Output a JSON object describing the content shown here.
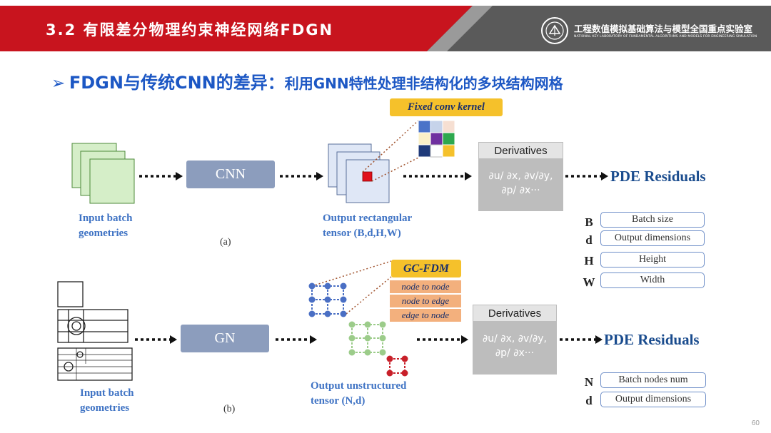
{
  "header": {
    "title": "3.2 有限差分物理约束神经网络FDGN",
    "lab_name": "工程数值模拟基础算法与模型全国重点实验室",
    "lab_subtitle": "NATIONAL KEY LABORATORY OF FUNDAMENTAL ALGORITHMS AND MODELS FOR ENGINEERING SIMULATION"
  },
  "heading": {
    "bullet": "➢",
    "main": "FDGN与传统CNN的差异：",
    "sub": "利用GNN特性处理非结构化的多块结构网格"
  },
  "diagram_a": {
    "fixed_kernel_label": "Fixed conv kernel",
    "input_caption": [
      "Input batch",
      "geometries"
    ],
    "network_label": "CNN",
    "output_caption": [
      "Output rectangular",
      "tensor (B,d,H,W)"
    ],
    "derivatives_title": "Derivatives",
    "derivatives_body": [
      "∂u/ ∂x, ∂v/∂y,",
      "∂p/ ∂x···"
    ],
    "pde_label": "PDE Residuals",
    "sub_label": "(a)",
    "legend": [
      {
        "key": "B",
        "label": "Batch size"
      },
      {
        "key": "d",
        "label": "Output dimensions"
      },
      {
        "key": "H",
        "label": "Height"
      },
      {
        "key": "W",
        "label": "Width"
      }
    ]
  },
  "diagram_b": {
    "gcfdm_label": "GC-FDM",
    "operations": [
      "node to node",
      "node to edge",
      "edge to node"
    ],
    "input_caption": [
      "Input batch",
      "geometries"
    ],
    "network_label": "GN",
    "output_caption": [
      "Output unstructured",
      "tensor (N,d)"
    ],
    "derivatives_title": "Derivatives",
    "derivatives_body": [
      "∂u/ ∂x, ∂v/∂y,",
      "∂p/ ∂x···"
    ],
    "pde_label": "PDE Residuals",
    "sub_label": "(b)",
    "legend": [
      {
        "key": "N",
        "label": "Batch nodes num"
      },
      {
        "key": "d",
        "label": "Output dimensions"
      }
    ]
  },
  "page_number": "60",
  "colors": {
    "header_red": "#c8141e",
    "heading_blue": "#1c57c4",
    "caption_blue": "#3f73c4",
    "node_blue": "#4a6fc4",
    "node_green": "#9ccc8a",
    "node_red": "#c8202a",
    "kernel_yellow": "#f5c12b",
    "op_orange": "#f3b07d"
  }
}
